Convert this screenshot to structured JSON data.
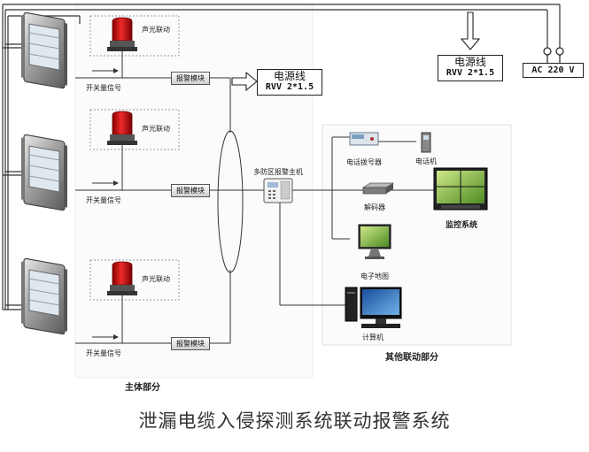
{
  "title": "泄漏电缆入侵探测系统联动报警系统",
  "main_section": {
    "label": "主体部分"
  },
  "other_section": {
    "label": "其他联动部分"
  },
  "units": [
    {
      "strobe_label": "声光联动",
      "signal_label": "开关量信号",
      "module_label": "报警模块"
    },
    {
      "strobe_label": "声光联动",
      "signal_label": "开关量信号",
      "module_label": "报警模块"
    },
    {
      "strobe_label": "声光联动",
      "signal_label": "开关量信号",
      "module_label": "报警模块"
    }
  ],
  "power_cable_left": {
    "line1": "电源线",
    "line2": "RVV 2*1.5"
  },
  "power_cable_top": {
    "line1": "电源线",
    "line2": "RVV 2*1.5"
  },
  "power_source": "AC 220 V",
  "host": {
    "label": "多防区报警主机"
  },
  "devices": {
    "dialer": "电话拨号器",
    "phone": "电话机",
    "decoder": "解码器",
    "monitor_system": "监控系统",
    "e_map": "电子地图",
    "computer": "计算机"
  }
}
